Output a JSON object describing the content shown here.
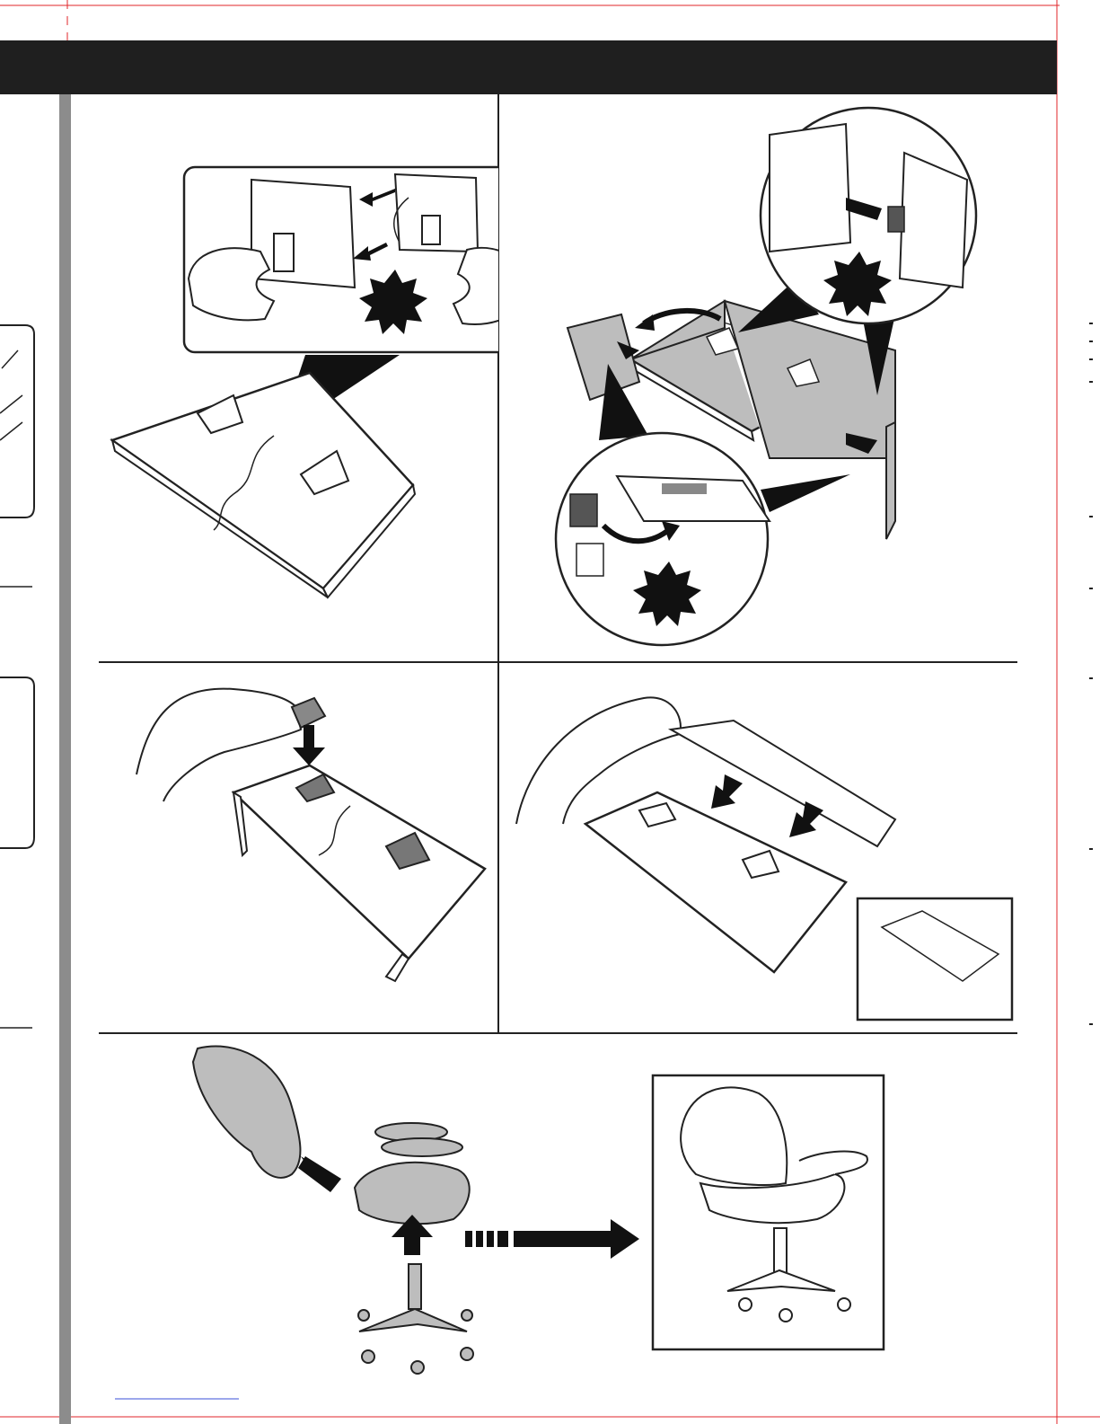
{
  "page": {
    "header_band_color": "#1f1f1f",
    "trim_color": "#e0252a",
    "gutter_color": "#8c8c8c",
    "burst_color": "#111111",
    "line_color": "#222222",
    "gray_fill": "#bdbdbd"
  },
  "panels": [
    {
      "step": "attach-connectors",
      "items": [
        "hands-icon",
        "back-panel-icon",
        "arrow-icon",
        "burst-icon",
        "seat-base-icon"
      ]
    },
    {
      "step": "fold-side-panels",
      "items": [
        "detail-circle-icon",
        "curved-arrow-icon",
        "burst-icon"
      ]
    },
    {
      "step": "insert-block",
      "items": [
        "hand-icon",
        "block-icon",
        "arrow-icon"
      ]
    },
    {
      "step": "place-cover",
      "items": [
        "hand-icon",
        "cover-icon",
        "arrow-icon",
        "inset-icon"
      ]
    },
    {
      "step": "assemble-chair",
      "items": [
        "backrest-icon",
        "seat-icon",
        "base-icon",
        "dashed-arrow-icon",
        "finished-chair-icon"
      ]
    }
  ]
}
